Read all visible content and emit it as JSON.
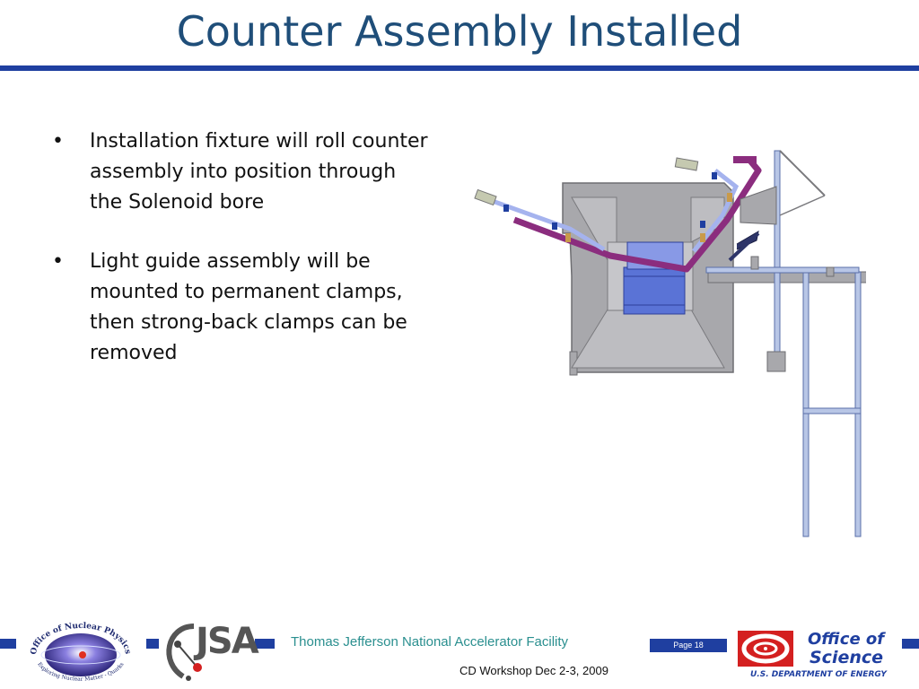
{
  "slide": {
    "title": "Counter Assembly Installed",
    "bullets": [
      "Installation fixture will roll counter assembly into position through the Solenoid bore",
      "Light guide assembly will be mounted to permanent clamps, then strong-back clamps can be removed"
    ]
  },
  "footer": {
    "facility": "Thomas Jefferson National Accelerator Facility",
    "workshop": "CD Workshop Dec 2-3, 2009",
    "page": "Page 18",
    "office_of_science": {
      "line1": "Office of",
      "line2": "Science",
      "line3": "U.S. DEPARTMENT OF ENERGY"
    },
    "jsa_logo": "JSA",
    "onp_logo": {
      "top": "Office of Nuclear Physics",
      "bottom": "Exploring Nuclear Matter - Quarks to Stars"
    }
  },
  "colors": {
    "title": "#1f4e79",
    "rule": "#1f3fa0",
    "facility_text": "#2a8f8f",
    "magnet_gray": "#a8a8ac",
    "light_guide_purple": "#8b2d7e",
    "counter_blue": "#5a73d6"
  }
}
